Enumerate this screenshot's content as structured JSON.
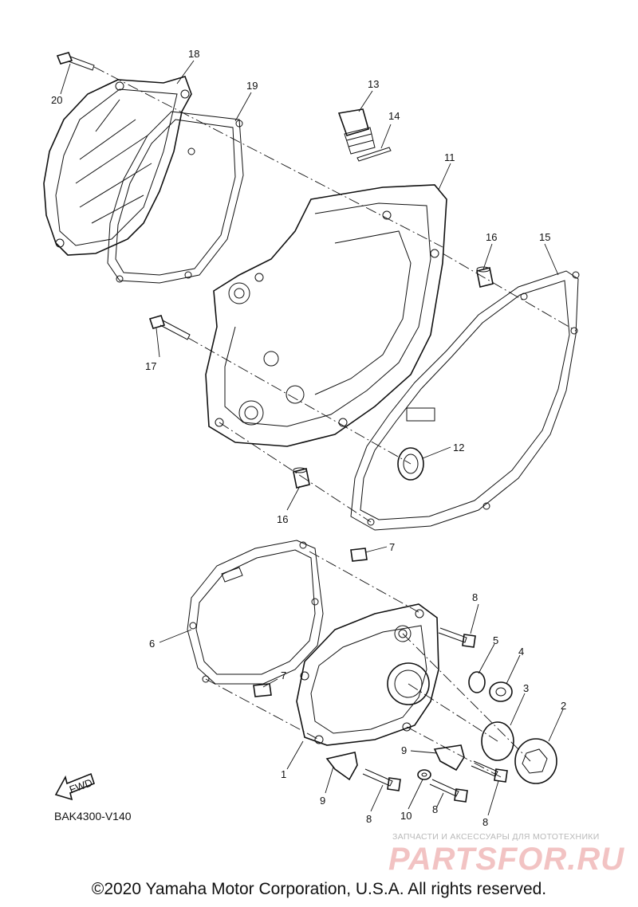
{
  "callouts": {
    "c1": "1",
    "c3": "3",
    "c4": "4",
    "c5": "5",
    "c6": "6",
    "c7a": "7",
    "c7b": "7",
    "c8a": "8",
    "c8b": "8",
    "c8c": "8",
    "c8d": "8",
    "c9a": "9",
    "c9b": "9",
    "c10": "10",
    "c11": "11",
    "c12": "12",
    "c13": "13",
    "c14": "14",
    "c15": "15",
    "c16a": "16",
    "c16b": "16",
    "c17": "17",
    "c18": "18",
    "c19": "19",
    "c20": "20",
    "c2": "2"
  },
  "fwd_label": "FWD",
  "diagram_code": "BAK4300-V140",
  "watermark": {
    "small": "ЗАПЧАСТИ И АКСЕССУАРЫ ДЛЯ МОТОТЕХНИКИ",
    "big": "PARTSFOR.RU"
  },
  "copyright": "©2020 Yamaha Motor Corporation, U.S.A. All rights reserved."
}
